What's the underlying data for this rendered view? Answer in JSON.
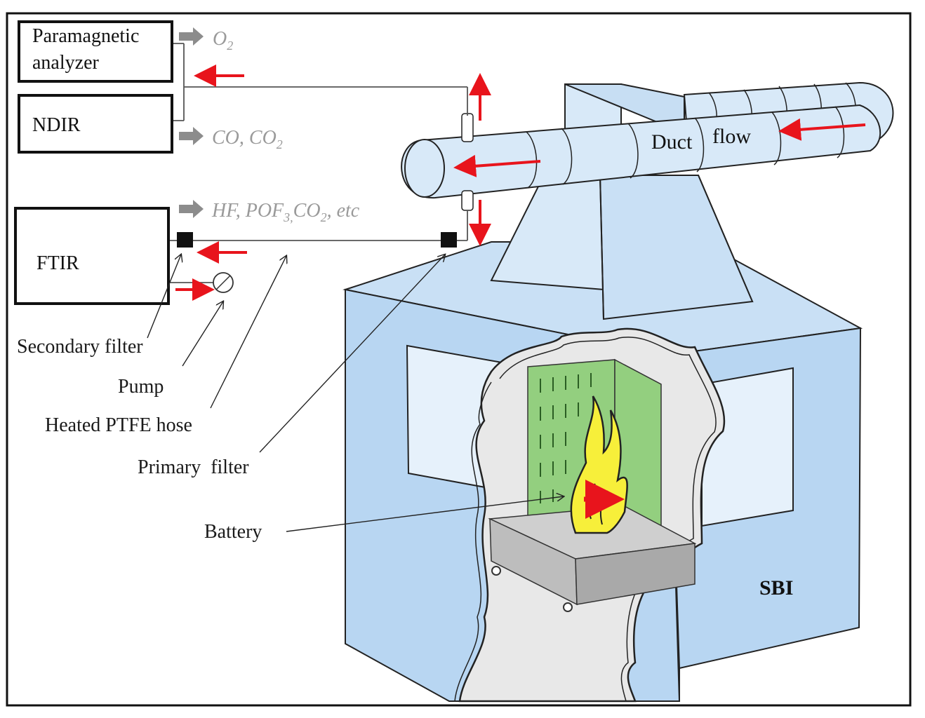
{
  "boxes": {
    "paramagnetic_line1": "Paramagnetic",
    "paramagnetic_line2": "analyzer",
    "ndir": "NDIR",
    "ftir": "FTIR"
  },
  "gases": {
    "o2_main": "O",
    "o2_sub": "2",
    "co_main": "CO, CO",
    "co_sub": "2",
    "hf_part1": "HF, POF",
    "hf_sub1": "3,",
    "hf_part2": "CO",
    "hf_sub2": "2",
    "hf_part3": ", etc"
  },
  "labels": {
    "secondary_filter": "Secondary filter",
    "pump": "Pump",
    "heated_hose": "Heated PTFE hose",
    "primary_filter": "Primary  filter",
    "battery": "Battery"
  },
  "duct": {
    "word1": "Duct",
    "word2": "flow"
  },
  "room": {
    "name": "SBI"
  },
  "colors": {
    "flow_arrow": "#e8141c",
    "gas_arrow": "#8c8c8c",
    "duct_fill": "#d8e9f8",
    "room_fill": "#b8d6f2",
    "panel_green": "#93cf7f",
    "flame_yellow": "#f7ef3a",
    "trolley_gray": "#bdbdbd"
  }
}
